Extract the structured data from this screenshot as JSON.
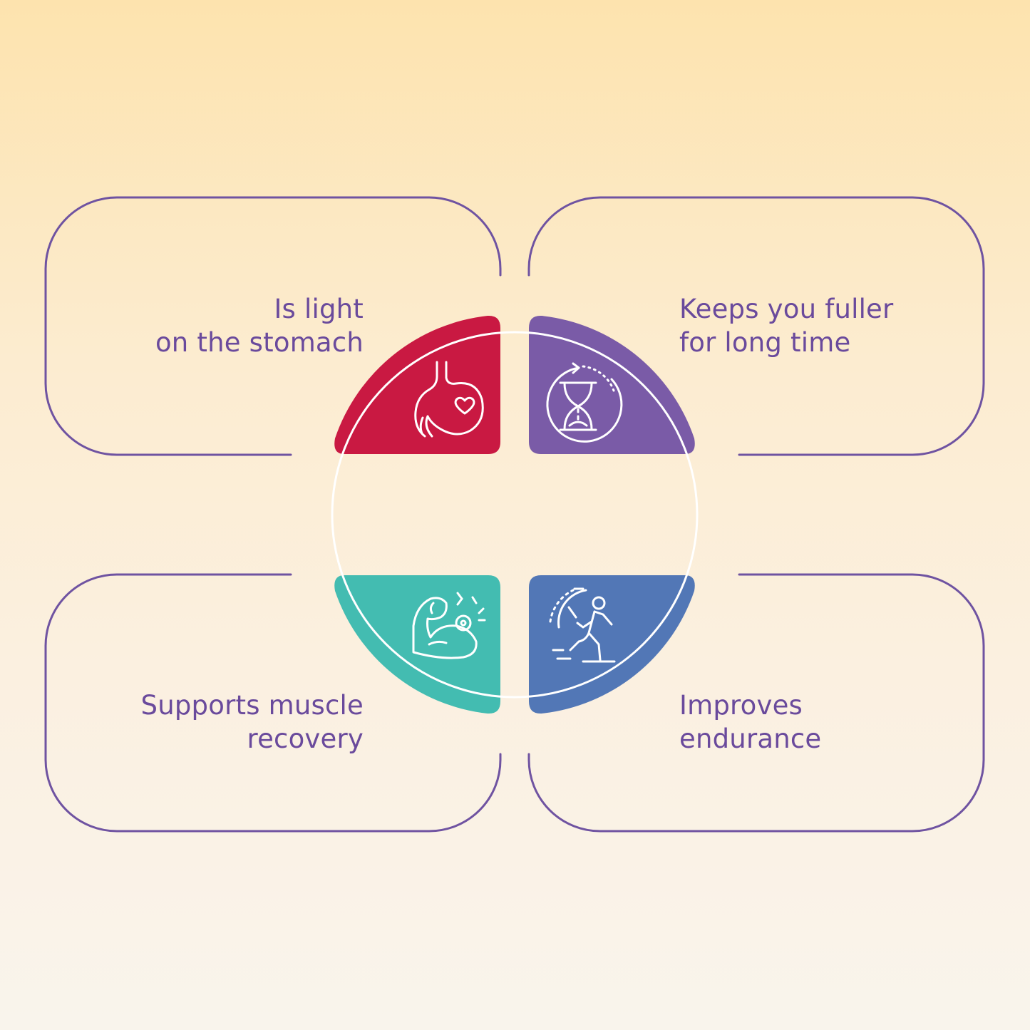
{
  "colors": {
    "outline": "#6f53a1",
    "text": "#6a4a9c",
    "stomach": "#c91942",
    "fuller": "#7a5ba7",
    "muscle": "#43bcb1",
    "endurance": "#5277b6",
    "icon_stroke": "#ffffff"
  },
  "benefits": [
    {
      "key": "stomach",
      "line1": "Is light",
      "line2": "on the stomach",
      "icon": "stomach-heart-icon"
    },
    {
      "key": "fuller",
      "line1": "Keeps you fuller",
      "line2": "for long time",
      "icon": "hourglass-timer-icon"
    },
    {
      "key": "muscle",
      "line1": "Supports muscle",
      "line2": "recovery",
      "icon": "flexed-muscle-icon"
    },
    {
      "key": "endurance",
      "line1": "Improves",
      "line2": "endurance",
      "icon": "runner-stopwatch-icon"
    }
  ]
}
